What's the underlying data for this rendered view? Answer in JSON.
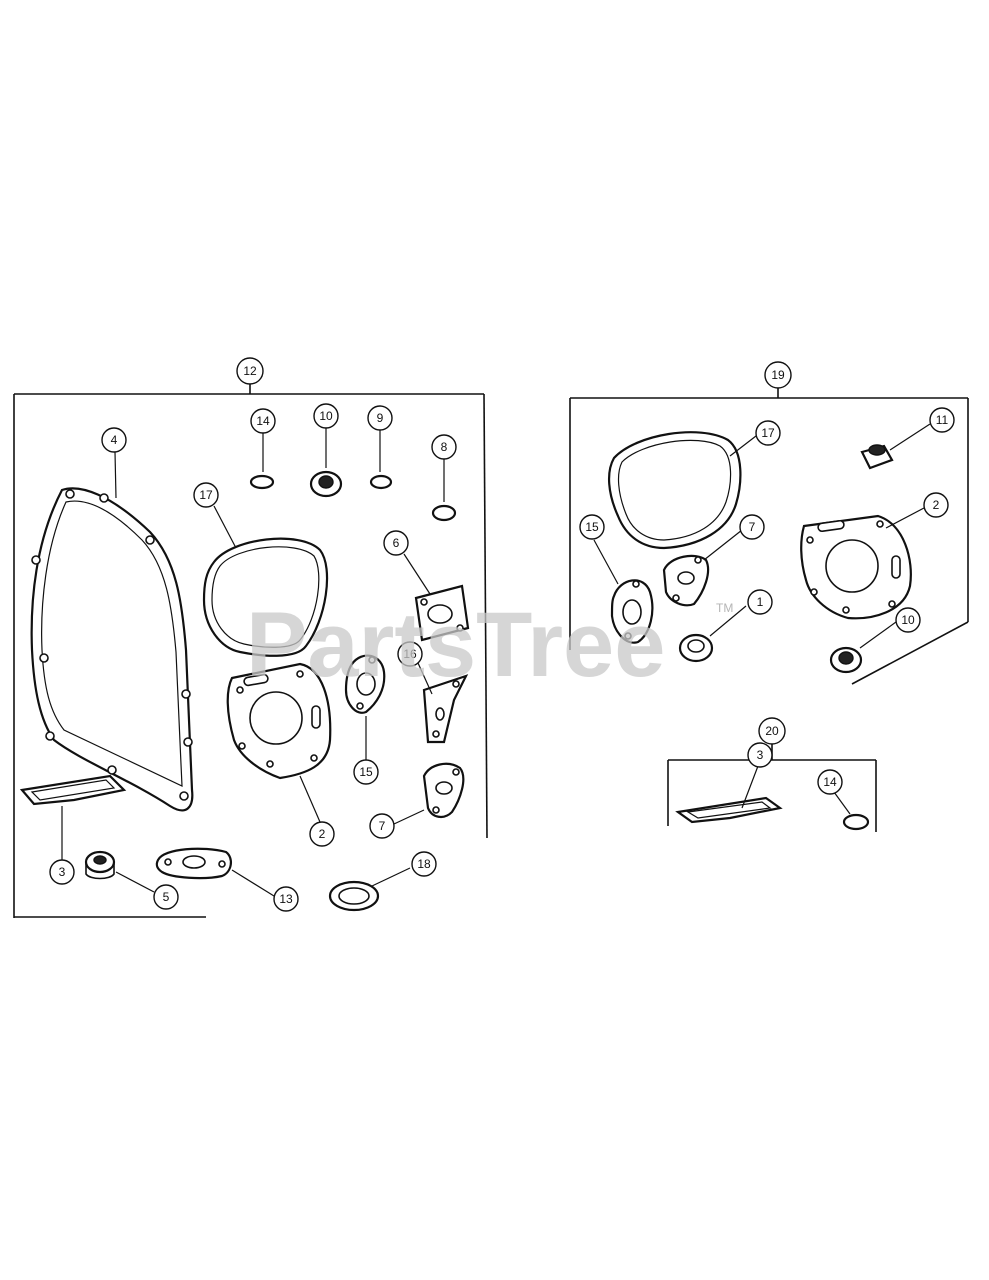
{
  "watermark": {
    "text": "PartsTree",
    "tm": "TM"
  },
  "groups": {
    "left": "12",
    "right": "19",
    "small": "20"
  },
  "callouts": {
    "left": {
      "c4": "4",
      "c14": "14",
      "c10": "10",
      "c9": "9",
      "c8": "8",
      "c17": "17",
      "c6": "6",
      "c16": "16",
      "c15": "15",
      "c2": "2",
      "c7": "7",
      "c3": "3",
      "c5": "5",
      "c13": "13",
      "c18": "18"
    },
    "right": {
      "c17": "17",
      "c11": "11",
      "c15": "15",
      "c7": "7",
      "c2": "2",
      "c1": "1",
      "c10": "10"
    },
    "small": {
      "c3": "3",
      "c14": "14"
    }
  }
}
